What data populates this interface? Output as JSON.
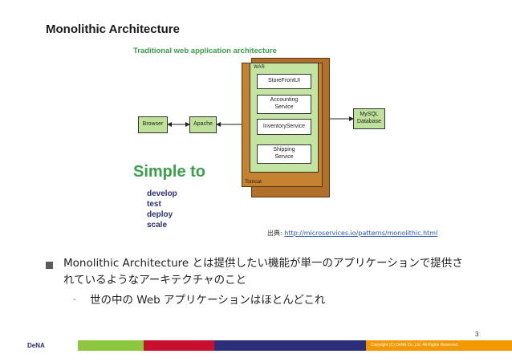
{
  "slide": {
    "title": "Monolithic Architecture",
    "page_number": "3"
  },
  "diagram": {
    "caption": "Traditional web application architecture",
    "browser": "Browser",
    "apache": "Apache",
    "tomcat": "Tomcat",
    "war": "WAR",
    "services": [
      "StoreFrontUI",
      "Accounting\nService",
      "InventoryService",
      "Shipping\nService"
    ],
    "database": "MySQL\nDatabase",
    "simple_to": "Simple to",
    "uses": [
      "develop",
      "test",
      "deploy",
      "scale"
    ]
  },
  "source": {
    "prefix": "出典: ",
    "url": "http://microservices.io/patterns/monolithic.html"
  },
  "bullets": {
    "main": "Monolithic Architecture とは提供したい機能が単一のアプリケーションで提供されているようなアーキテクチャのこと",
    "sub_marker": "-",
    "sub": "世の中の Web アプリケーションはほとんどこれ"
  },
  "footer": {
    "logo": "DeNA",
    "copyright": "Copyright (C) DeNA Co.,Ltd. All Rights Reserved.",
    "colors": [
      "#ffffff",
      "#8dc63f",
      "#c8102e",
      "#2c2e7a",
      "#f39800"
    ]
  }
}
